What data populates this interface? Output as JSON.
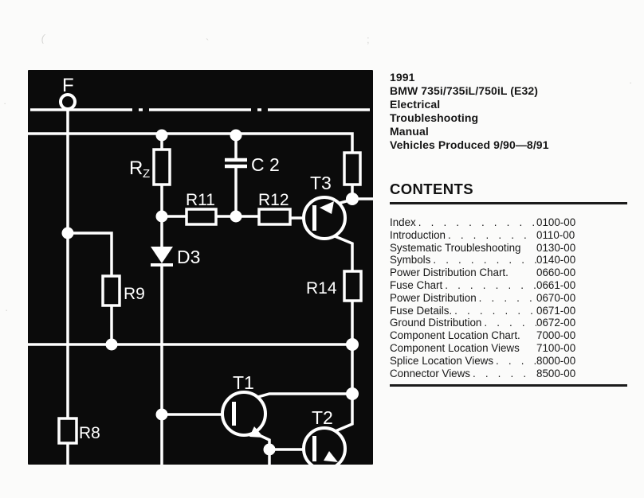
{
  "page": {
    "title_lines": [
      "1991",
      "BMW 735i/735iL/750iL (E32)",
      "Electrical",
      "Troubleshooting",
      "Manual",
      "Vehicles Produced 9/90—8/91"
    ],
    "contents_heading": "CONTENTS",
    "toc": [
      {
        "label": "Index",
        "leader": ". . . . . . . . . . . . . . . . .",
        "page": "0100-00"
      },
      {
        "label": "Introduction",
        "leader": ". . . . . . . . . . . . .",
        "page": "0110-00"
      },
      {
        "label": "Systematic Troubleshooting",
        "leader": "",
        "page": "0130-00"
      },
      {
        "label": "Symbols",
        "leader": ". . . . . . . . . . . . . . .",
        "page": "0140-00"
      },
      {
        "label": "Power Distribution Chart.",
        "leader": "",
        "page": "0660-00"
      },
      {
        "label": "Fuse Chart",
        "leader": ". . . . . . . . . . . . .",
        "page": "0661-00"
      },
      {
        "label": "Power Distribution",
        "leader": ". . . . . . . .",
        "page": "0670-00"
      },
      {
        "label": "Fuse Details.",
        "leader": ". . . . . . . . . . .",
        "page": "0671-00"
      },
      {
        "label": "Ground Distribution",
        "leader": ". . . . . .",
        "page": "0672-00"
      },
      {
        "label": "Component Location Chart.",
        "leader": "",
        "page": "7000-00"
      },
      {
        "label": "Component Location Views",
        "leader": "",
        "page": "7100-00"
      },
      {
        "label": "Splice Location Views",
        "leader": ". . . . .",
        "page": "8000-00"
      },
      {
        "label": "Connector Views",
        "leader": ". . . . . . . . .",
        "page": "8500-00"
      }
    ]
  },
  "circuit": {
    "labels": {
      "f": "F",
      "rz_main": "R",
      "rz_sub": "Z",
      "c2": "C 2",
      "r11": "R11",
      "r12": "R12",
      "t3": "T3",
      "d3": "D3",
      "r9": "R9",
      "r14": "R14",
      "t1": "T1",
      "t2": "T2",
      "r8": "R8"
    }
  },
  "colors": {
    "panel_background": "#0b0b0b",
    "schematic_line": "#ffffff",
    "page_background": "#fbfbfa",
    "text": "#141414"
  }
}
